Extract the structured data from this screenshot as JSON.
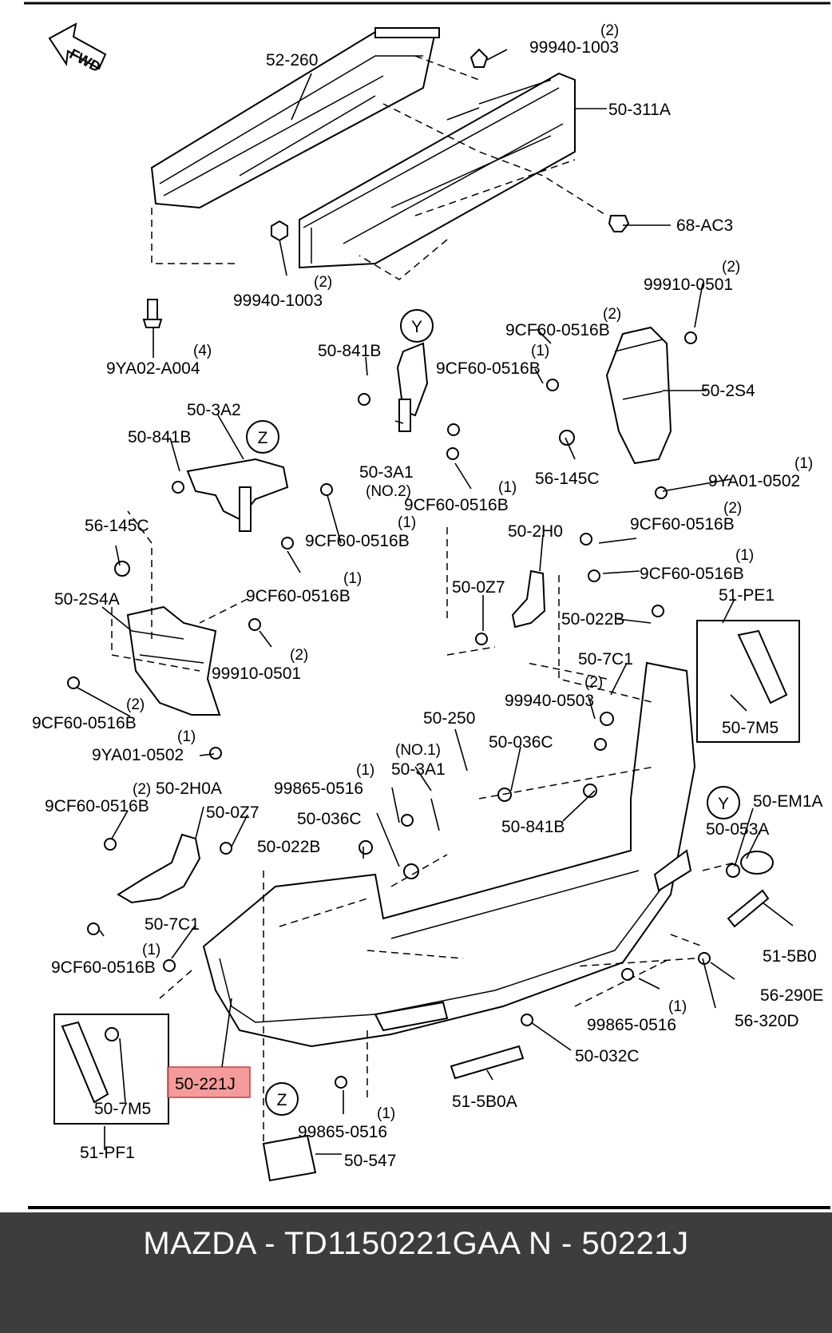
{
  "direction_label": "FWD",
  "callouts": {
    "y": "Y",
    "z": "Z"
  },
  "highlight_color": "#f58a8a",
  "footer": {
    "text": "MAZDA - TD1150221GAA   N - 50221J"
  },
  "labels": [
    {
      "id": "p_52_260",
      "text": "52-260"
    },
    {
      "id": "p_99940_1003_top",
      "text": "99940-1003",
      "qty": "(2)"
    },
    {
      "id": "p_50_311A",
      "text": "50-311A"
    },
    {
      "id": "p_68_AC3",
      "text": "68-AC3"
    },
    {
      "id": "p_99940_1003_mid",
      "text": "99940-1003",
      "qty": "(2)"
    },
    {
      "id": "p_99910_0501_top",
      "text": "99910-0501",
      "qty": "(2)"
    },
    {
      "id": "p_9YA02_A004",
      "text": "9YA02-A004",
      "qty": "(4)"
    },
    {
      "id": "p_50_841B_a",
      "text": "50-841B"
    },
    {
      "id": "p_9CF60_0516B_a",
      "text": "9CF60-0516B",
      "qty": "(2)"
    },
    {
      "id": "p_9CF60_0516B_b",
      "text": "9CF60-0516B",
      "qty": "(1)"
    },
    {
      "id": "p_50_2S4",
      "text": "50-2S4"
    },
    {
      "id": "p_50_3A2",
      "text": "50-3A2"
    },
    {
      "id": "p_50_841B_b",
      "text": "50-841B"
    },
    {
      "id": "p_50_3A1_no2",
      "text": "50-3A1",
      "note": "(NO.2)"
    },
    {
      "id": "p_56_145C_a",
      "text": "56-145C"
    },
    {
      "id": "p_9YA01_0502_a",
      "text": "9YA01-0502",
      "qty": "(1)"
    },
    {
      "id": "p_9CF60_0516B_c",
      "text": "9CF60-0516B",
      "qty": "(1)"
    },
    {
      "id": "p_9CF60_0516B_d",
      "text": "9CF60-0516B",
      "qty": "(1)"
    },
    {
      "id": "p_56_145C_b",
      "text": "56-145C"
    },
    {
      "id": "p_50_2H0",
      "text": "50-2H0"
    },
    {
      "id": "p_9CF60_0516B_e",
      "text": "9CF60-0516B",
      "qty": "(2)"
    },
    {
      "id": "p_9CF60_0516B_f",
      "text": "9CF60-0516B",
      "qty": "(1)"
    },
    {
      "id": "p_9CF60_0516B_g",
      "text": "9CF60-0516B",
      "qty": "(1)"
    },
    {
      "id": "p_50_0Z7_a",
      "text": "50-0Z7"
    },
    {
      "id": "p_51_PE1",
      "text": "51-PE1"
    },
    {
      "id": "p_50_2S4A",
      "text": "50-2S4A"
    },
    {
      "id": "p_50_022B_a",
      "text": "50-022B"
    },
    {
      "id": "p_99910_0501_b",
      "text": "99910-0501",
      "qty": "(2)"
    },
    {
      "id": "p_50_7C1_a",
      "text": "50-7C1"
    },
    {
      "id": "p_99940_0503",
      "text": "99940-0503",
      "qty": "(2)"
    },
    {
      "id": "p_9CF60_0516B_h",
      "text": "9CF60-0516B",
      "qty": "(2)"
    },
    {
      "id": "p_50_7M5_a",
      "text": "50-7M5"
    },
    {
      "id": "p_9YA01_0502_b",
      "text": "9YA01-0502",
      "qty": "(1)"
    },
    {
      "id": "p_50_250",
      "text": "50-250"
    },
    {
      "id": "p_50_3A1_no1",
      "text": "50-3A1",
      "note": "(NO.1)"
    },
    {
      "id": "p_50_036C_a",
      "text": "50-036C"
    },
    {
      "id": "p_99865_0516_a",
      "text": "99865-0516",
      "qty": "(1)"
    },
    {
      "id": "p_50_2H0A",
      "text": "50-2H0A"
    },
    {
      "id": "p_9CF60_0516B_i",
      "text": "9CF60-0516B",
      "qty": "(2)"
    },
    {
      "id": "p_50_0Z7_b",
      "text": "50-0Z7"
    },
    {
      "id": "p_50_036C_b",
      "text": "50-036C"
    },
    {
      "id": "p_50_841B_c",
      "text": "50-841B"
    },
    {
      "id": "p_50_EM1A",
      "text": "50-EM1A"
    },
    {
      "id": "p_50_053A",
      "text": "50-053A"
    },
    {
      "id": "p_50_022B_b",
      "text": "50-022B"
    },
    {
      "id": "p_50_7C1_b",
      "text": "50-7C1"
    },
    {
      "id": "p_9CF60_0516B_j",
      "text": "9CF60-0516B",
      "qty": "(1)"
    },
    {
      "id": "p_51_5B0",
      "text": "51-5B0"
    },
    {
      "id": "p_56_290E",
      "text": "56-290E"
    },
    {
      "id": "p_99865_0516_b",
      "text": "99865-0516",
      "qty": "(1)"
    },
    {
      "id": "p_56_320D",
      "text": "56-320D"
    },
    {
      "id": "p_50_032C",
      "text": "50-032C"
    },
    {
      "id": "p_50_221J",
      "text": "50-221J",
      "highlight": true
    },
    {
      "id": "p_50_7M5_b",
      "text": "50-7M5"
    },
    {
      "id": "p_51_5B0A",
      "text": "51-5B0A"
    },
    {
      "id": "p_99865_0516_c",
      "text": "99865-0516",
      "qty": "(1)"
    },
    {
      "id": "p_51_PF1",
      "text": "51-PF1"
    },
    {
      "id": "p_50_547",
      "text": "50-547"
    }
  ]
}
